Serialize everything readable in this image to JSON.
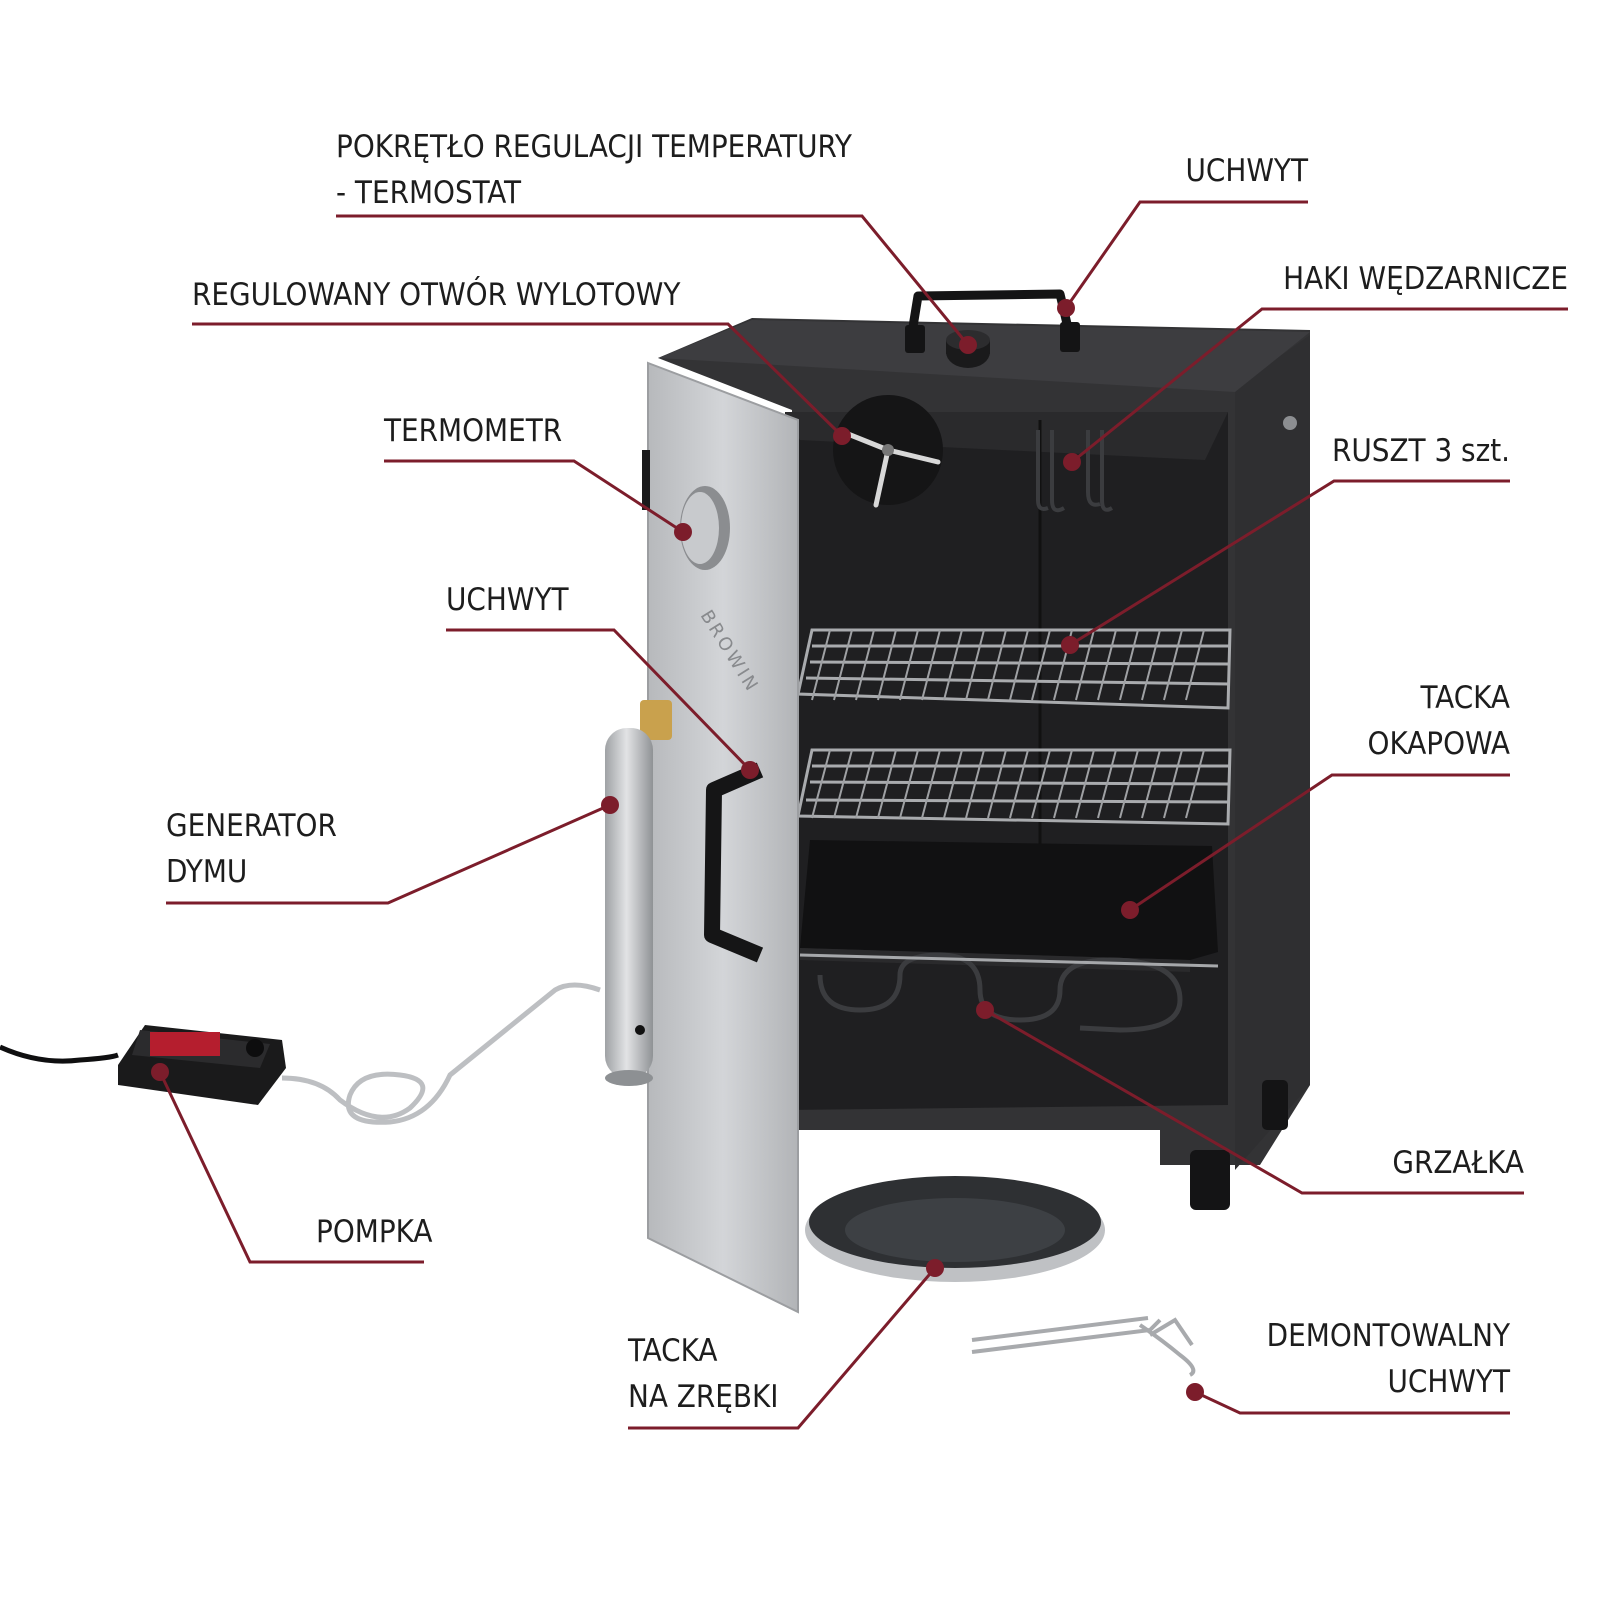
{
  "diagram": {
    "accent_color": "#7c1d2b",
    "brand_text": "BROWIN",
    "labels": {
      "thermostat_line1": "POKRĘTŁO REGULACJI TEMPERATURY",
      "thermostat_line2": "- TERMOSTAT",
      "top_handle": "UCHWYT",
      "vent": "REGULOWANY OTWÓR WYLOTOWY",
      "hooks": "HAKI WĘDZARNICZE",
      "thermometer": "TERMOMETR",
      "racks": "RUSZT 3 szt.",
      "door_handle": "UCHWYT",
      "drip_tray_line1": "TACKA",
      "drip_tray_line2": "OKAPOWA",
      "smoke_gen_line1": "GENERATOR",
      "smoke_gen_line2": "DYMU",
      "heater": "GRZAŁKA",
      "pump": "POMPKA",
      "chip_tray_line1": "TACKA",
      "chip_tray_line2": "NA ZRĘBKI",
      "removable_line1": "DEMONTOWALNY",
      "removable_line2": "UCHWYT"
    }
  }
}
